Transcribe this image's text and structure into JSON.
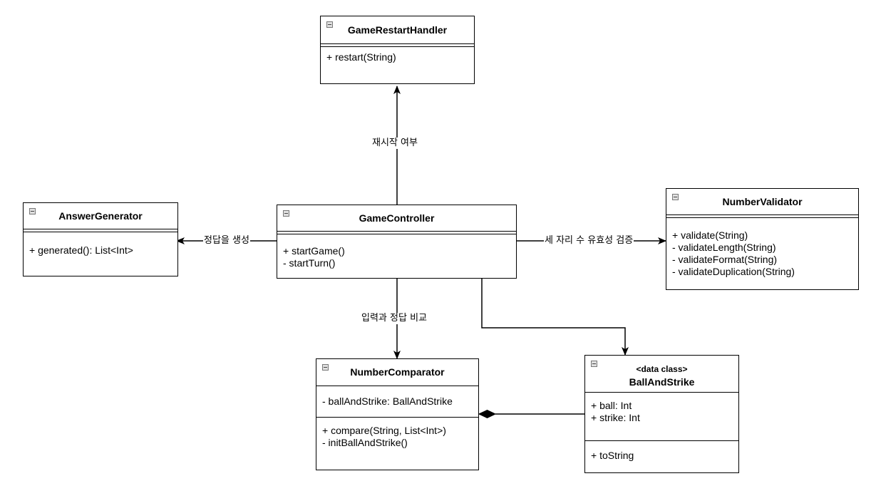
{
  "classes": {
    "restart_handler": {
      "name": "GameRestartHandler",
      "methods": [
        "+ restart(String)"
      ]
    },
    "answer_generator": {
      "name": "AnswerGenerator",
      "methods": [
        "+ generated(): List<Int>"
      ]
    },
    "game_controller": {
      "name": "GameController",
      "methods": [
        "+ startGame()",
        "- startTurn()"
      ]
    },
    "number_validator": {
      "name": "NumberValidator",
      "methods": [
        "+ validate(String)",
        "- validateLength(String)",
        "- validateFormat(String)",
        "- validateDuplication(String)"
      ]
    },
    "number_comparator": {
      "name": "NumberComparator",
      "fields": [
        "- ballAndStrike: BallAndStrike"
      ],
      "methods": [
        "+ compare(String, List<Int>)",
        "- initBallAndStrike()"
      ]
    },
    "ball_and_strike": {
      "stereotype": "<data class>",
      "name": "BallAndStrike",
      "fields": [
        "+ ball: Int",
        "+ strike: Int"
      ],
      "methods": [
        "+ toString"
      ]
    }
  },
  "edges": {
    "restart_label": "재시작 여부",
    "answer_label": "정답을 생성",
    "validator_label": "세 자리 수 유효성 검증",
    "compare_label": "입력과 정답 비교"
  }
}
